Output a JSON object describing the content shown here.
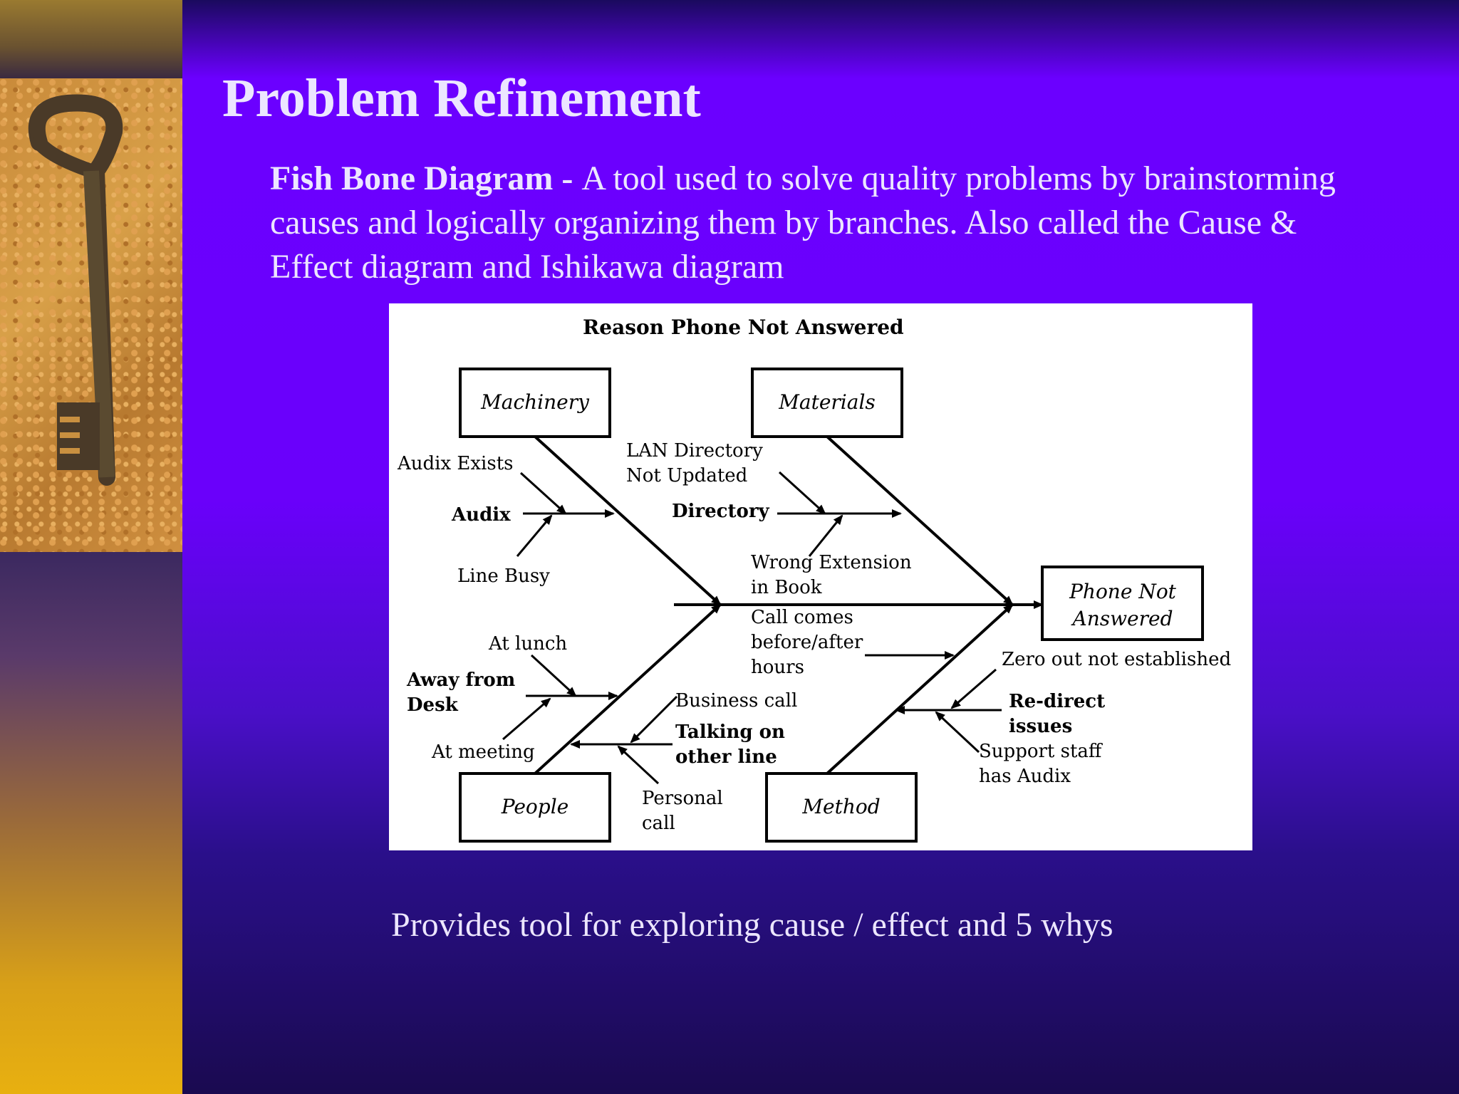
{
  "slide": {
    "title": "Problem Refinement",
    "description_bold": "Fish Bone Diagram - ",
    "description": "A tool used to solve quality problems by brainstorming causes and logically organizing them by branches. Also called the Cause & Effect diagram and Ishikawa diagram",
    "caption": "Provides tool for exploring cause / effect and 5 whys"
  },
  "diagram": {
    "title": "Reason Phone Not Answered",
    "effect": [
      "Phone Not",
      "Answered"
    ],
    "categories": {
      "machinery": "Machinery",
      "materials": "Materials",
      "people": "People",
      "method": "Method"
    },
    "causes": {
      "audix": "Audix",
      "audix_exists": "Audix Exists",
      "line_busy": "Line Busy",
      "directory": "Directory",
      "lan_directory": [
        "LAN Directory",
        "Not Updated"
      ],
      "wrong_extension": [
        "Wrong Extension",
        "in Book"
      ],
      "away_from_desk": [
        "Away from",
        "Desk"
      ],
      "at_lunch": "At lunch",
      "at_meeting": "At meeting",
      "talking_other_line": [
        "Talking on",
        "other line"
      ],
      "business_call": "Business call",
      "personal_call": [
        "Personal",
        "call"
      ],
      "call_comes": [
        "Call comes",
        "before/after",
        "hours"
      ],
      "zero_out": "Zero out not established",
      "redirect_issues": [
        "Re-direct",
        "issues"
      ],
      "support_staff": [
        "Support staff",
        "has Audix"
      ]
    }
  }
}
